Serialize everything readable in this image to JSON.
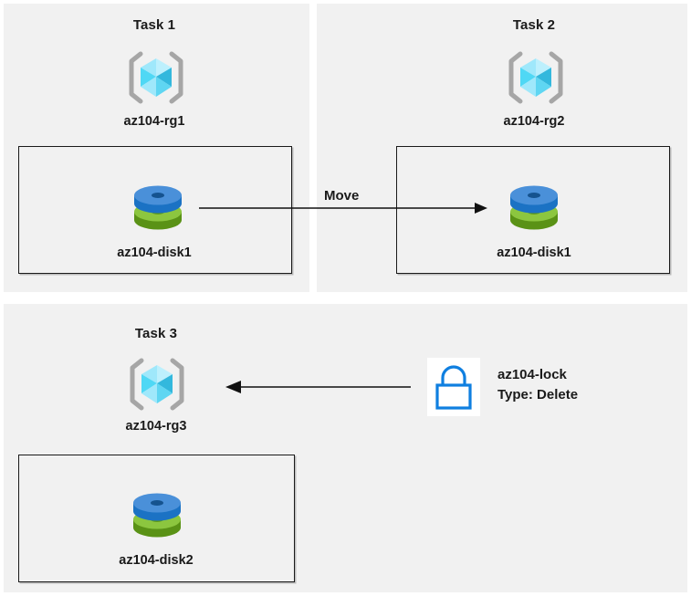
{
  "diagram": {
    "title_task1": "Task 1",
    "title_task2": "Task 2",
    "title_task3": "Task 3",
    "rg1_label": "az104-rg1",
    "rg2_label": "az104-rg2",
    "rg3_label": "az104-rg3",
    "disk1_label": "az104-disk1",
    "disk1_moved_label": "az104-disk1",
    "disk2_label": "az104-disk2",
    "move_arrow_label": "Move",
    "lock_name": "az104-lock",
    "lock_type": "Type: Delete",
    "icons": {
      "resource_group": "resource-group-cube-icon",
      "disk": "managed-disk-icon",
      "lock": "padlock-icon",
      "arrow": "arrow-icon"
    },
    "colors": {
      "panel_background": "#f1f1f1",
      "page_background": "#ffffff",
      "box_border": "#1a1a1a",
      "text": "#1a1a1a",
      "cube_light": "#9fe8fb",
      "cube_mid": "#4fd8f5",
      "cube_dark": "#33b8dd",
      "bracket_gray": "#a6a6a6",
      "disk_blue_top": "#4a90d9",
      "disk_blue_side": "#1b72c4",
      "disk_green_top": "#8cc63f",
      "disk_green_side": "#5a9216",
      "lock_blue": "#0f7fe0",
      "arrow_black": "#111111"
    }
  }
}
